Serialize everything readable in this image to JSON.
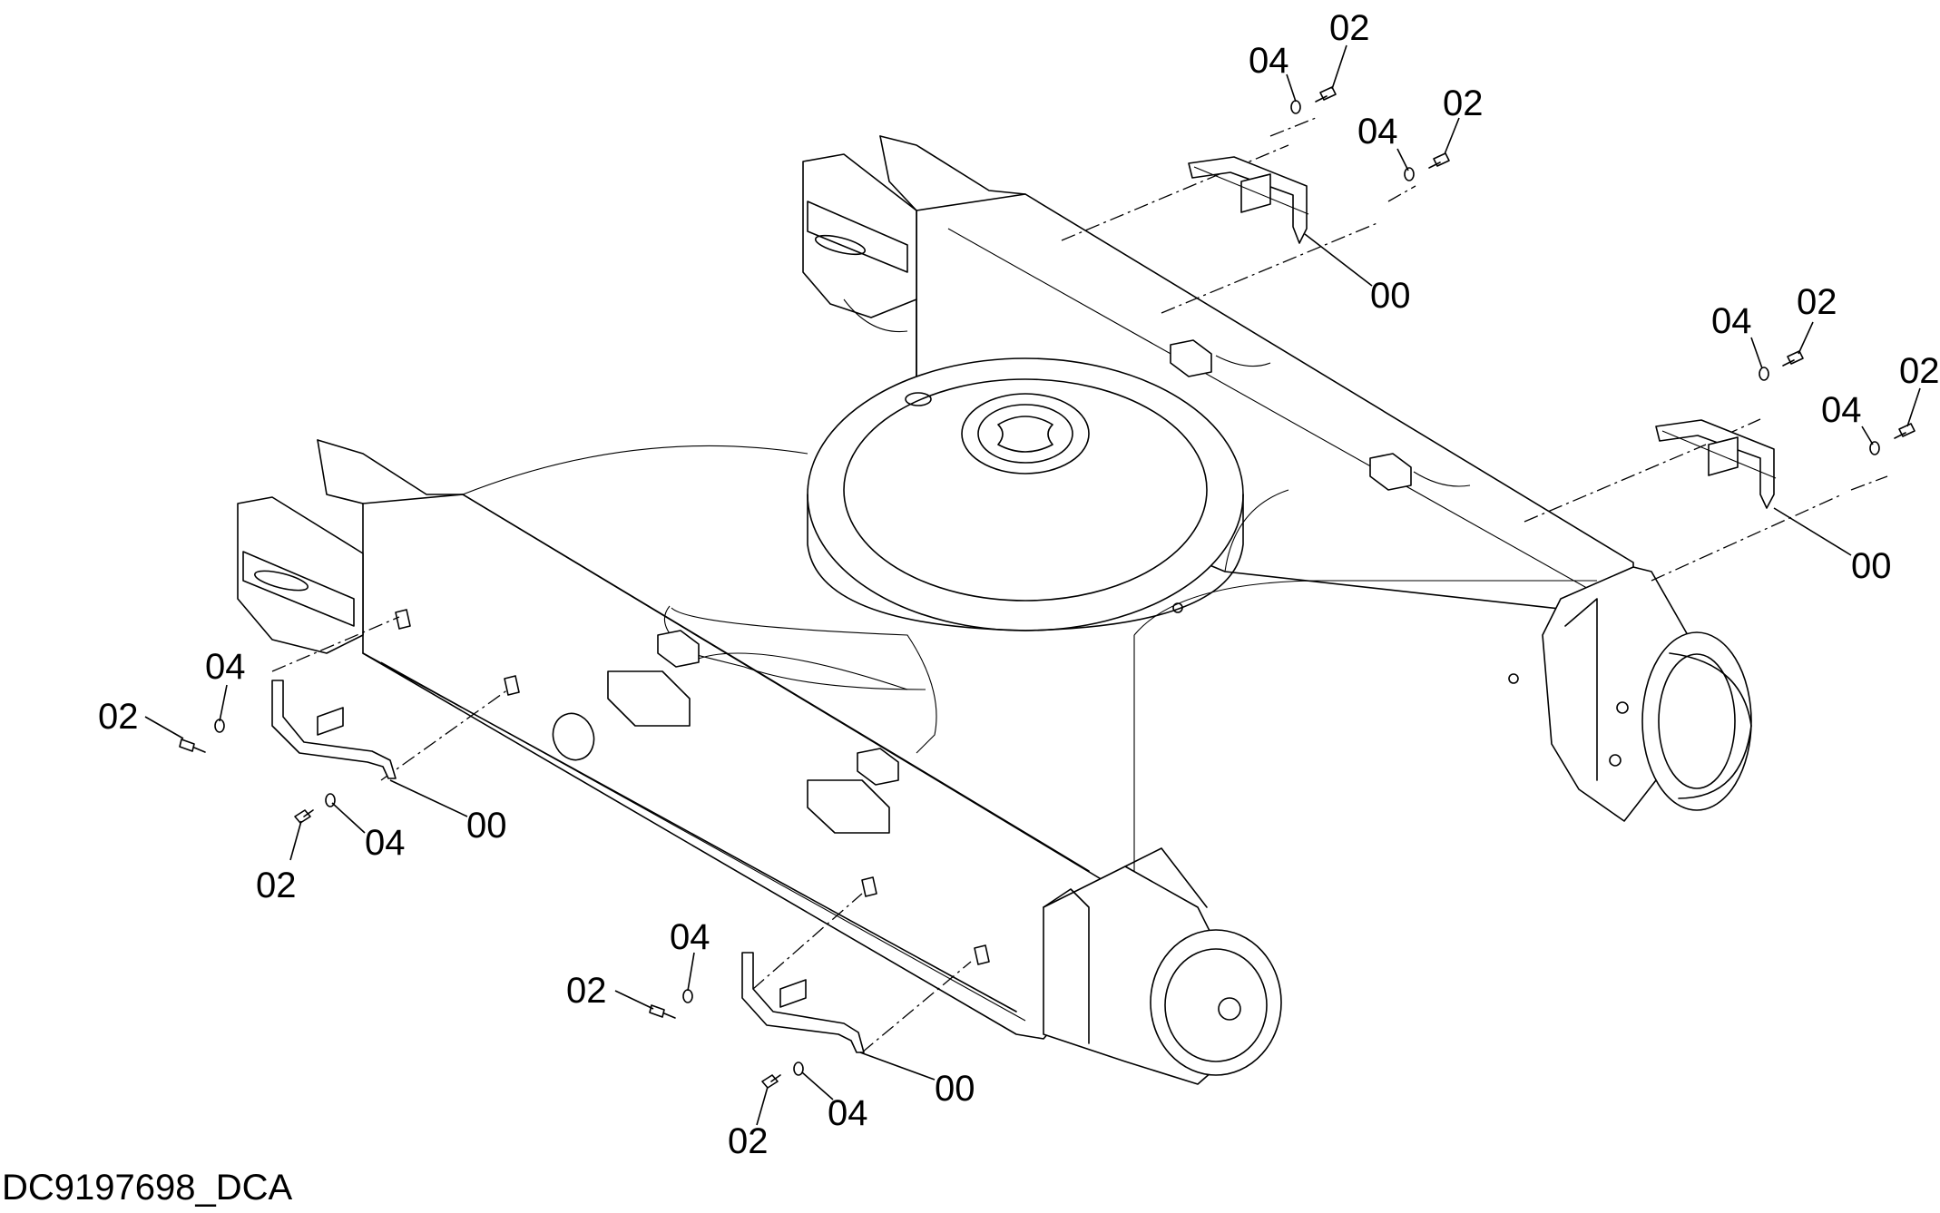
{
  "drawing": {
    "document_id": "DC9197698_DCA"
  },
  "callouts": {
    "c1": [
      "04",
      "02",
      "04",
      "02",
      "00"
    ],
    "c2": [
      "04",
      "02",
      "04",
      "02",
      "00"
    ],
    "c3": [
      "04",
      "02",
      "00",
      "02",
      "04"
    ],
    "c4": [
      "04",
      "02",
      "00",
      "02",
      "04"
    ]
  }
}
